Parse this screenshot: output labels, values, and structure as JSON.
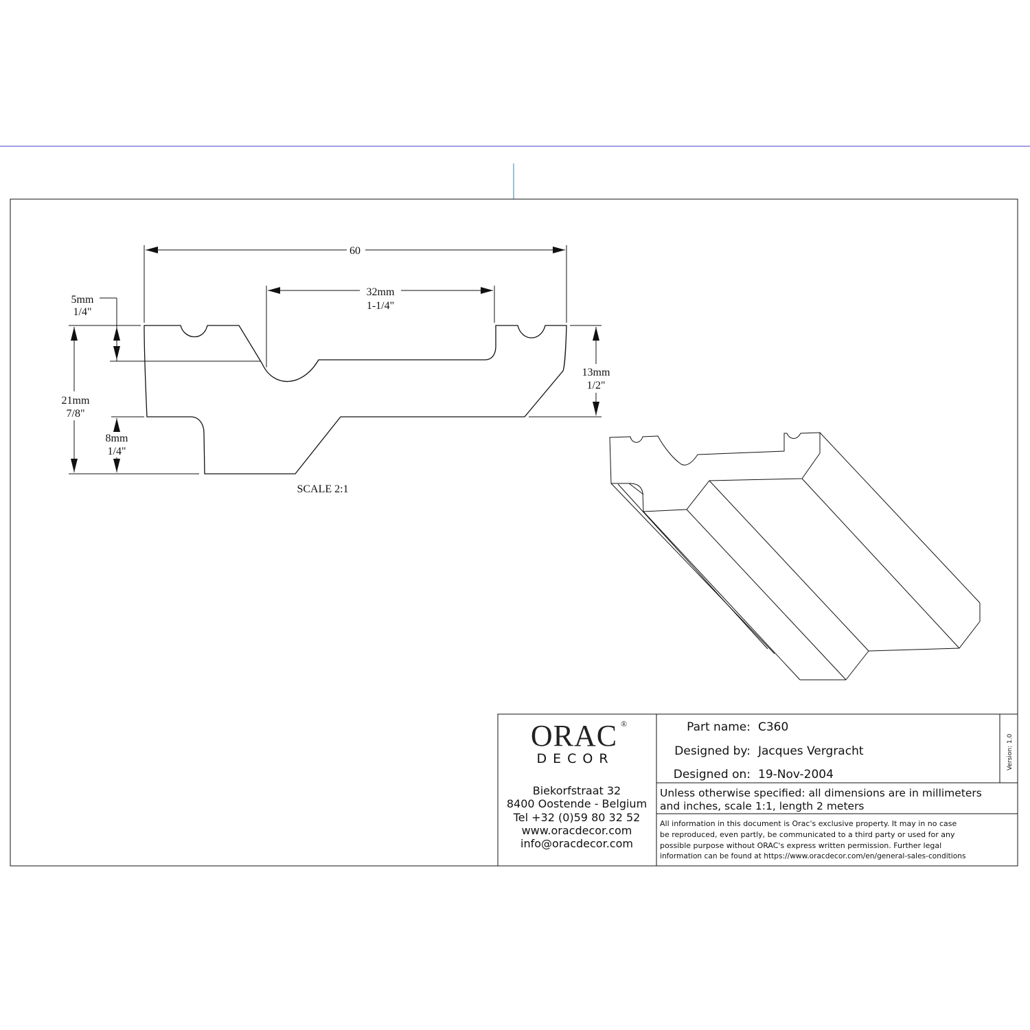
{
  "dimensions": {
    "overall_width": "60",
    "groove_width_mm": "32mm",
    "groove_width_in": "1-1/4\"",
    "top_depth_mm": "5mm",
    "top_depth_in": "1/4\"",
    "total_height_mm": "21mm",
    "total_height_in": "7/8\"",
    "bottom_step_mm": "8mm",
    "bottom_step_in": "1/4\"",
    "right_height_mm": "13mm",
    "right_height_in": "1/2\"",
    "scale": "SCALE  2:1"
  },
  "title_block": {
    "logo_main": "ORAC",
    "logo_registered": "®",
    "logo_sub": "DECOR",
    "address": {
      "street": "Biekorfstraat 32",
      "city": "8400 Oostende - Belgium",
      "tel": "Tel  +32 (0)59 80 32 52",
      "web": "www.oracdecor.com",
      "email": "info@oracdecor.com"
    },
    "part_name_label": "Part name:",
    "part_name": "C360",
    "designed_by_label": "Designed by:",
    "designed_by": "Jacques Vergracht",
    "designed_on_label": "Designed on:",
    "designed_on": "19-Nov-2004",
    "version": "Version: 1.0",
    "spec_line1": "Unless otherwise specified: all dimensions are in millimeters",
    "spec_line2": "and inches, scale 1:1, length 2 meters",
    "legal_line1": "All information in this document is Orac's exclusive property.  It may in no case",
    "legal_line2": "be reproduced, even partly, be communicated to a third party or used for any",
    "legal_line3": "possible purpose without ORAC's express written permission. Further legal",
    "legal_line4": "information can be found at https://www.oracdecor.com/en/general-sales-conditions"
  },
  "colors": {
    "page_rule": "#3c3ccf",
    "center_mark": "#3a7fa8",
    "ink": "#111111"
  }
}
